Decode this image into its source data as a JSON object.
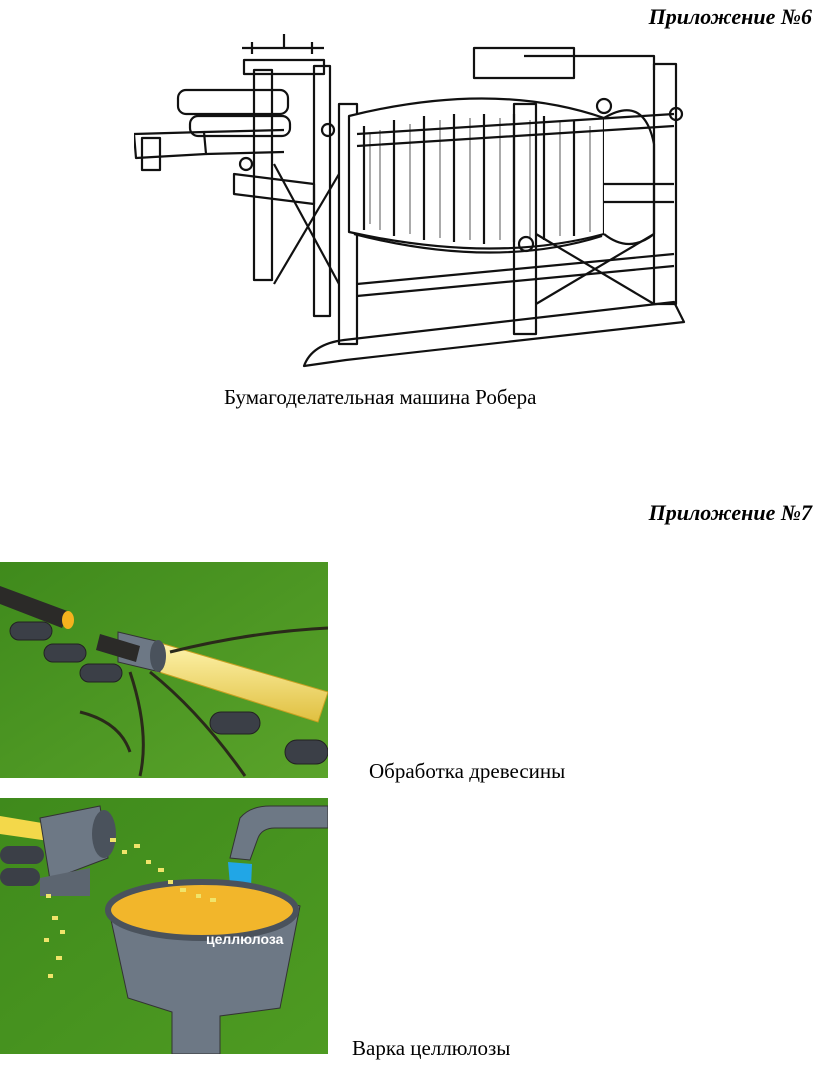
{
  "appendix6": {
    "heading": "Приложение №6",
    "caption": "Бумагоделательная машина Робера"
  },
  "appendix7": {
    "heading": "Приложение №7",
    "figure1_caption": "Обработка древесины",
    "figure2_caption": "Варка целлюлозы",
    "figure2_label": "целлюлоза"
  }
}
